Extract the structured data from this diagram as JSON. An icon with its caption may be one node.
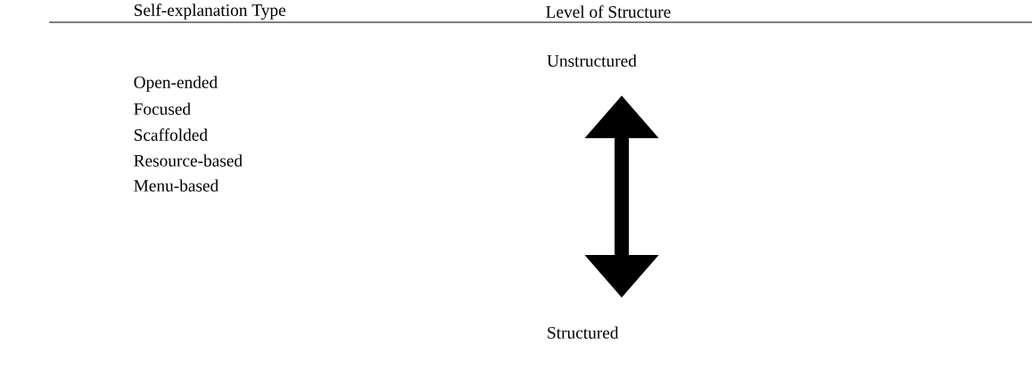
{
  "diagram": {
    "nodes": [
      {
        "text": [
          "Unstructured"
        ]
      },
      {
        "text": [
          "Structured"
        ]
      }
    ],
    "edges": [
      {
        "from": 0,
        "to": 1,
        "arrow": "both"
      }
    ],
    "labels": [
      "Self-explanation Type",
      "Level of Structure",
      "Open-ended",
      "Focused",
      "Scaffolded",
      "Resource-based",
      "Menu-based"
    ]
  }
}
